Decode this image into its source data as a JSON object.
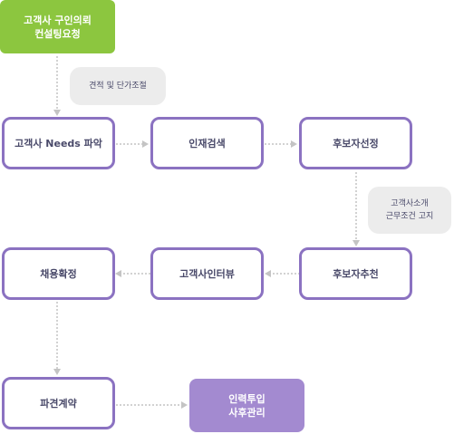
{
  "steps": {
    "request": {
      "line1": "고객사 구인의뢰",
      "line2": "컨설팅요청"
    },
    "needs": "고객사 Needs 파악",
    "search": "인재검색",
    "select": "후보자선정",
    "recommend": "후보자추천",
    "interview": "고객사인터뷰",
    "confirm": "채용확정",
    "contract": "파견계약",
    "deploy": {
      "line1": "인력투입",
      "line2": "사후관리"
    }
  },
  "notes": {
    "estimate": "견적 및 단가조절",
    "introduce": {
      "line1": "고객사소개",
      "line2": "근무조건 고지"
    }
  }
}
